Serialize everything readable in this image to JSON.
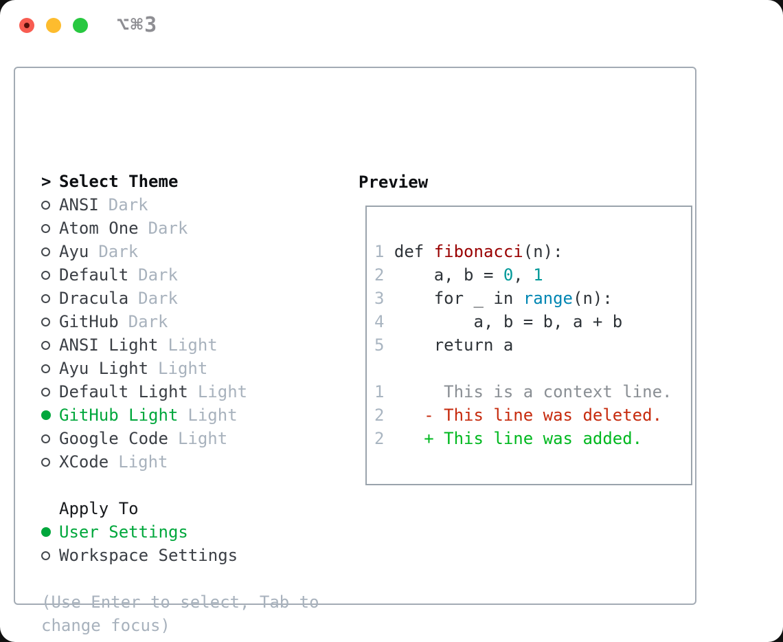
{
  "window": {
    "title": "⌥⌘3",
    "traffic_lights": [
      "close-button",
      "minimize-button",
      "zoom-button"
    ]
  },
  "theme_picker": {
    "header": {
      "marker": ">",
      "label": "Select Theme"
    },
    "items": [
      {
        "name": "ANSI",
        "variant": "Dark",
        "selected": false
      },
      {
        "name": "Atom One",
        "variant": "Dark",
        "selected": false
      },
      {
        "name": "Ayu",
        "variant": "Dark",
        "selected": false
      },
      {
        "name": "Default",
        "variant": "Dark",
        "selected": false
      },
      {
        "name": "Dracula",
        "variant": "Dark",
        "selected": false
      },
      {
        "name": "GitHub",
        "variant": "Dark",
        "selected": false
      },
      {
        "name": "ANSI Light",
        "variant": "Light",
        "selected": false
      },
      {
        "name": "Ayu Light",
        "variant": "Light",
        "selected": false
      },
      {
        "name": "Default Light",
        "variant": "Light",
        "selected": false
      },
      {
        "name": "GitHub Light",
        "variant": "Light",
        "selected": true
      },
      {
        "name": "Google Code",
        "variant": "Light",
        "selected": false
      },
      {
        "name": "XCode",
        "variant": "Light",
        "selected": false
      }
    ],
    "apply_to": {
      "label": "Apply To",
      "options": [
        {
          "name": "User Settings",
          "selected": true
        },
        {
          "name": "Workspace Settings",
          "selected": false
        }
      ]
    },
    "hint_line1": "(Use Enter to select, Tab to",
    "hint_line2": "change focus)"
  },
  "preview": {
    "label": "Preview",
    "code_lines": [
      {
        "num": "1",
        "segments": [
          {
            "t": " def ",
            "c": "default"
          },
          {
            "t": "fibonacci",
            "c": "function"
          },
          {
            "t": "(n):",
            "c": "default"
          }
        ]
      },
      {
        "num": "2",
        "segments": [
          {
            "t": "     a, b = ",
            "c": "default"
          },
          {
            "t": "0",
            "c": "number"
          },
          {
            "t": ", ",
            "c": "default"
          },
          {
            "t": "1",
            "c": "number"
          }
        ]
      },
      {
        "num": "3",
        "segments": [
          {
            "t": "     for _ in ",
            "c": "default"
          },
          {
            "t": "range",
            "c": "builtin"
          },
          {
            "t": "(n):",
            "c": "default"
          }
        ]
      },
      {
        "num": "4",
        "segments": [
          {
            "t": "         a, b = b, a + b",
            "c": "default"
          }
        ]
      },
      {
        "num": "5",
        "segments": [
          {
            "t": "     return a",
            "c": "default"
          }
        ]
      }
    ],
    "diff_lines": [
      {
        "num": "1",
        "text": "      This is a context line.",
        "type": "context"
      },
      {
        "num": "2",
        "text": "    - This line was deleted.",
        "type": "deleted"
      },
      {
        "num": "2",
        "text": "    + This line was added.",
        "type": "added"
      }
    ]
  },
  "colors": {
    "accent_green": "#00a73c",
    "diff_added": "#00b81f",
    "diff_deleted": "#c62a0d",
    "diff_context": "#8a8f94",
    "syntax_function": "#990000",
    "syntax_number": "#009999",
    "syntax_builtin": "#0086b3",
    "line_number": "#a9b5c1",
    "muted_text": "#a8b2bd",
    "panel_border": "#a3abb4",
    "traffic_red": "#f85c51",
    "traffic_yellow": "#fdbc2e",
    "traffic_green": "#28c840"
  }
}
